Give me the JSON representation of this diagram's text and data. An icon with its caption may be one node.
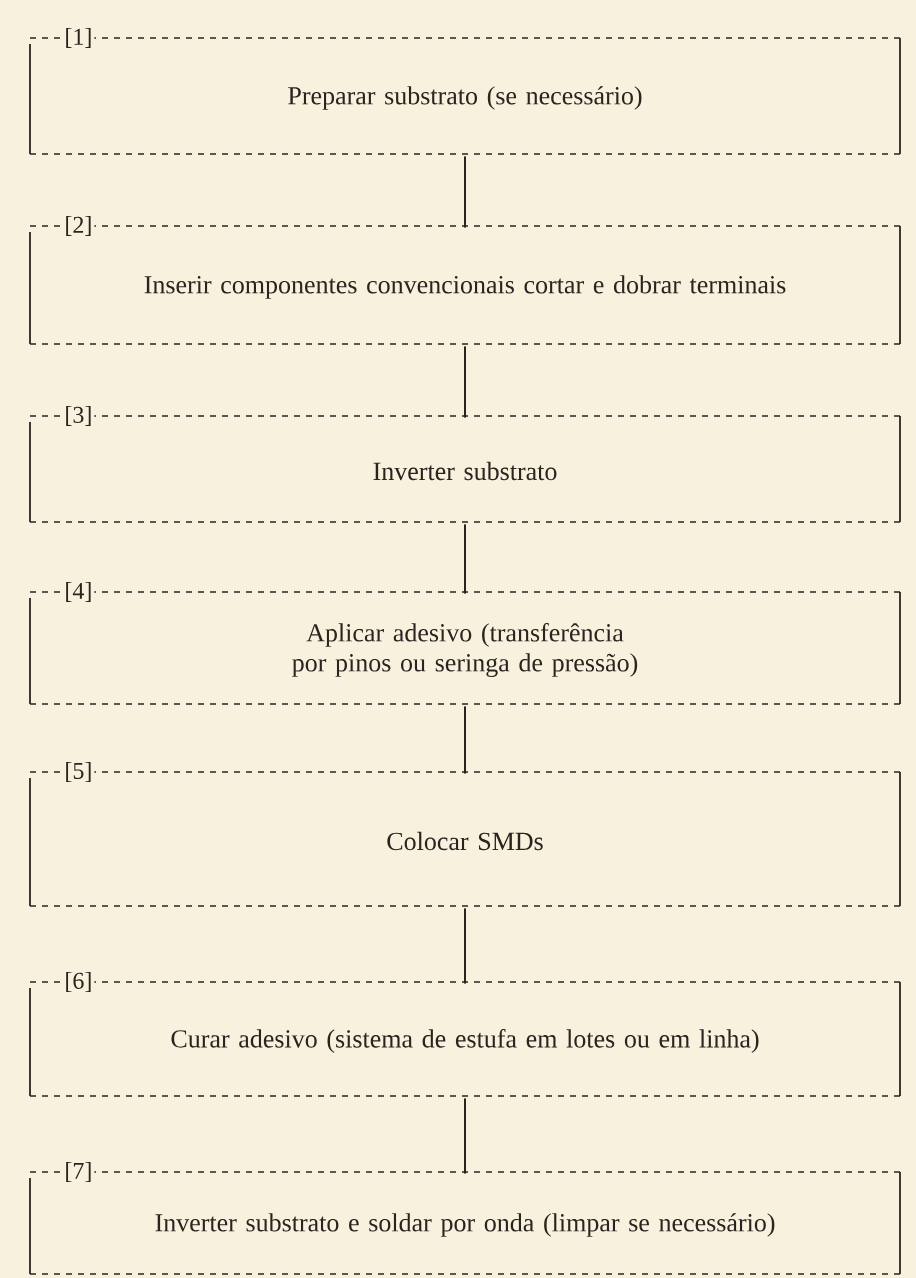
{
  "diagram": {
    "nodes": [
      {
        "text": [
          "[1]",
          "Preparar substrato (se necessário)"
        ]
      },
      {
        "text": [
          "[2]",
          "Inserir componentes convencionais cortar e dobrar terminais"
        ]
      },
      {
        "text": [
          "[3]",
          "Inverter substrato"
        ]
      },
      {
        "text": [
          "[4]",
          "Aplicar adesivo (transferência por pinos ou seringa de pressão)"
        ]
      },
      {
        "text": [
          "[5]",
          "Colocar SMDs"
        ]
      },
      {
        "text": [
          "[6]",
          "Curar adesivo (sistema de estufa em lotes ou em linha)"
        ]
      },
      {
        "text": [
          "[7]",
          "Inverter substrato e soldar por onda (limpar se necessário)"
        ]
      }
    ],
    "edges": [
      {
        "from": 0,
        "to": 1,
        "arrow": "none"
      },
      {
        "from": 1,
        "to": 2,
        "arrow": "none"
      },
      {
        "from": 2,
        "to": 3,
        "arrow": "none"
      },
      {
        "from": 3,
        "to": 4,
        "arrow": "none"
      },
      {
        "from": 4,
        "to": 5,
        "arrow": "none"
      },
      {
        "from": 5,
        "to": 6,
        "arrow": "none"
      }
    ]
  }
}
